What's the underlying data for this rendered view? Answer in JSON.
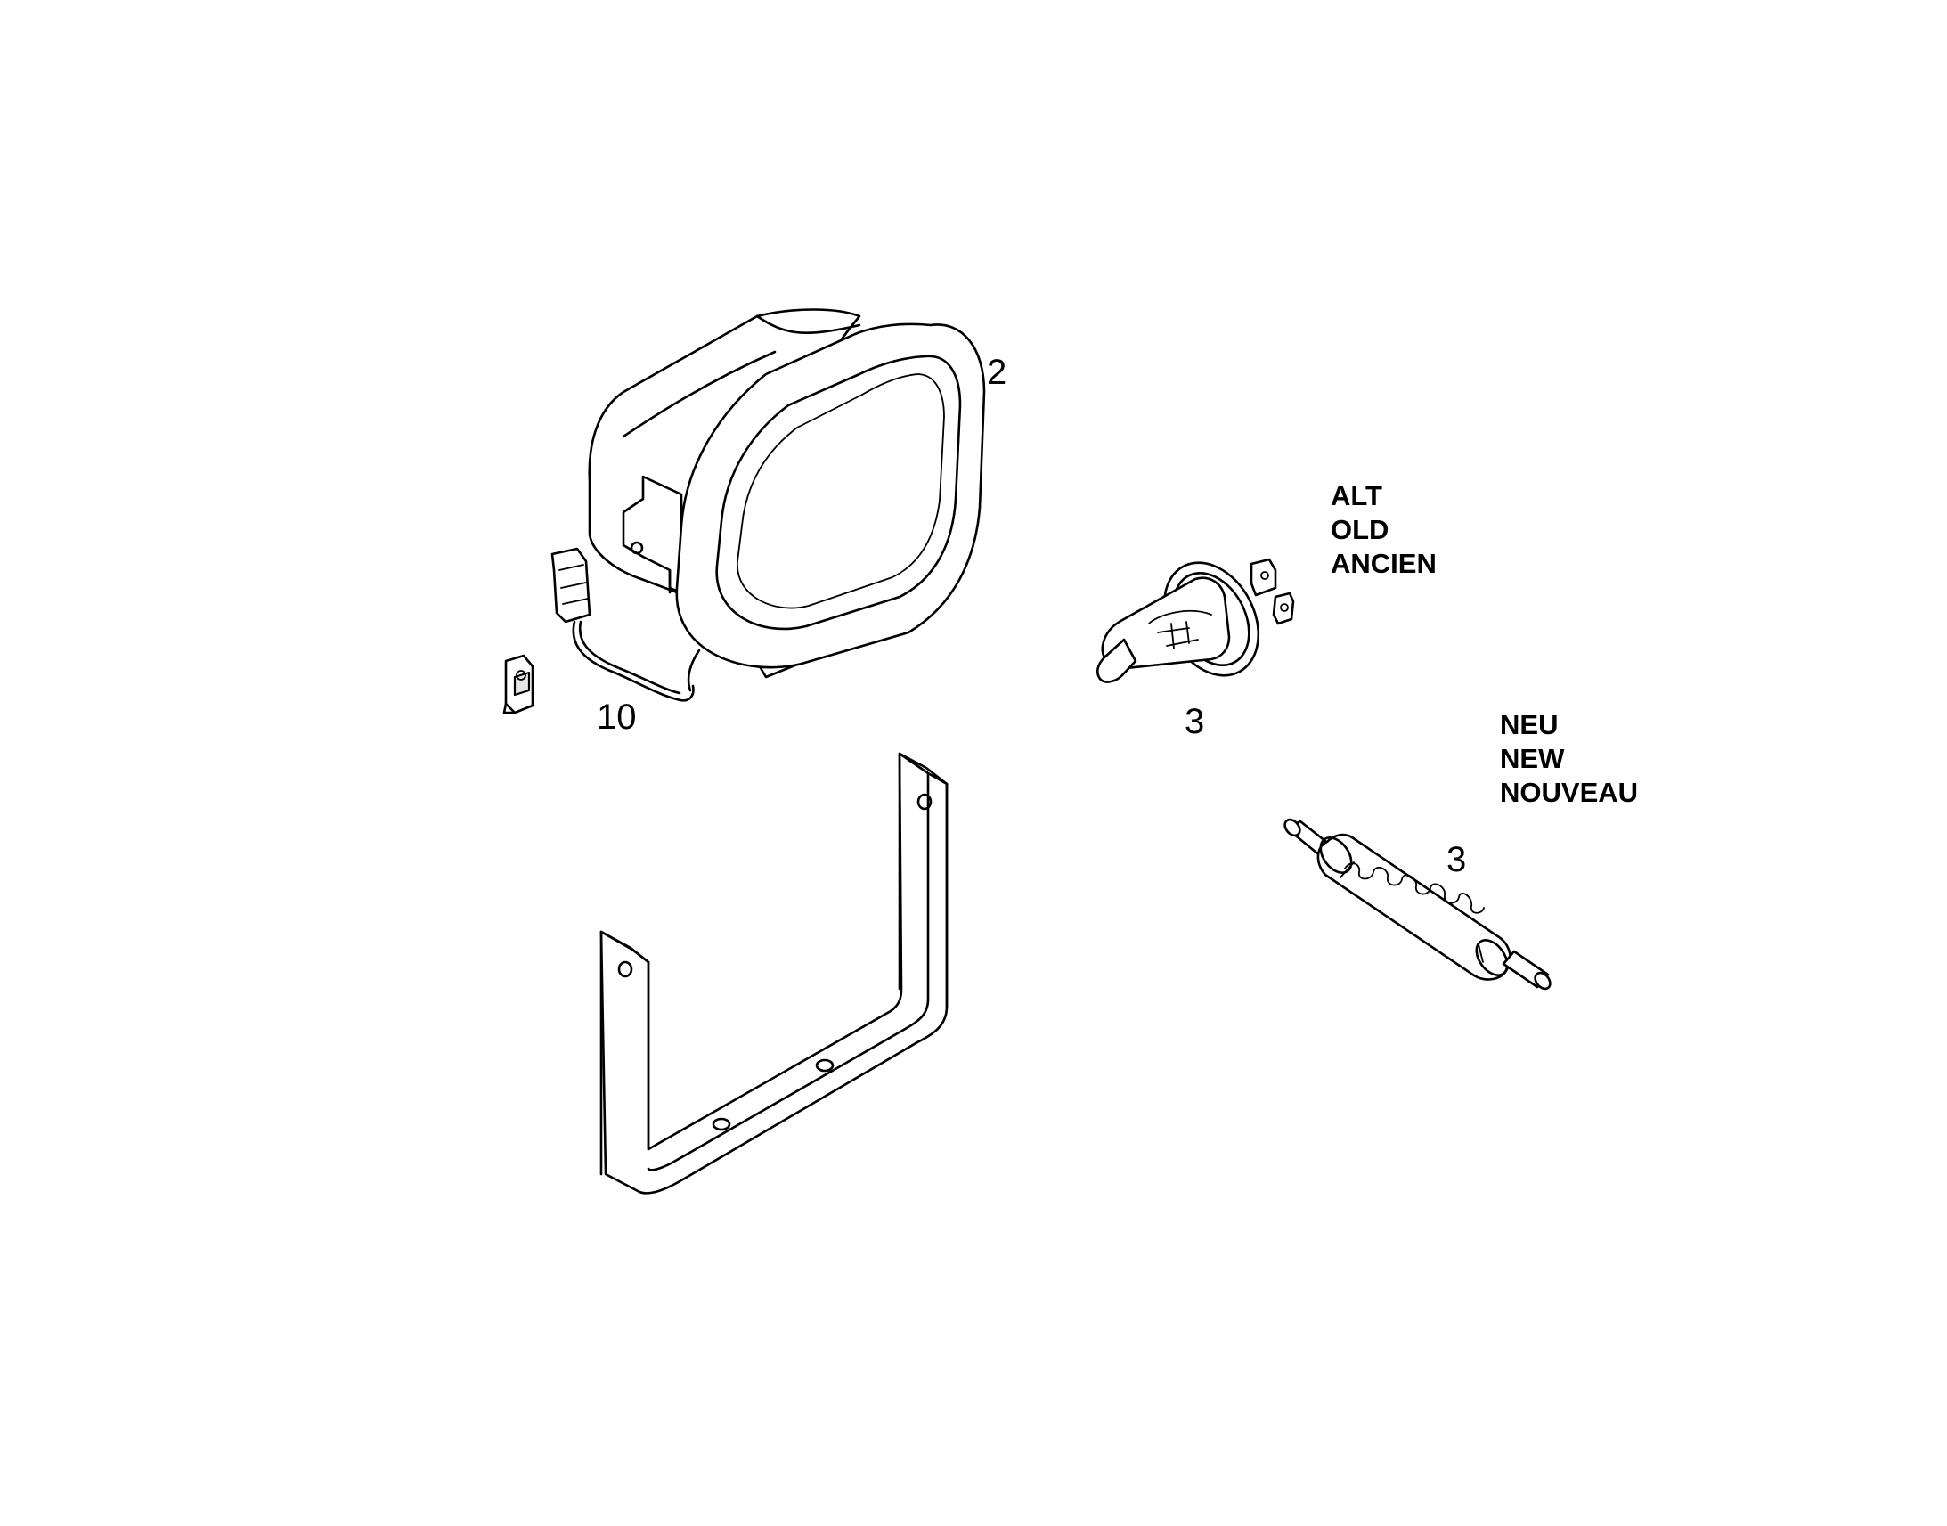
{
  "callouts": {
    "lamp": "2",
    "bulb_old": "3",
    "bulb_new": "3",
    "wiring": "10"
  },
  "notes": {
    "old": {
      "de": "ALT",
      "en": "OLD",
      "fr": "ANCIEN"
    },
    "new": {
      "de": "NEU",
      "en": "NEW",
      "fr": "NOUVEAU"
    }
  },
  "colors": {
    "ink": "#000000",
    "paper": "#ffffff"
  }
}
